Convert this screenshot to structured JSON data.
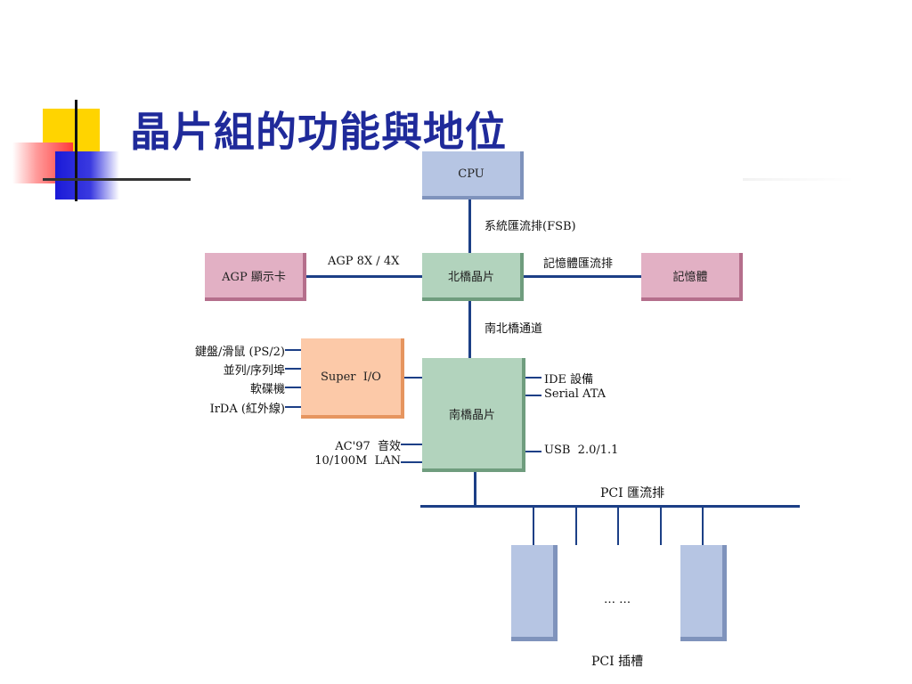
{
  "slide": {
    "title": "晶片組的功能與地位"
  },
  "diagram": {
    "cpu": "CPU",
    "fsb_label": "系統匯流排(FSB)",
    "agp_card": "AGP 顯示卡",
    "agp_link_label": "AGP 8X / 4X",
    "north_bridge": "北橋晶片",
    "memory_bus_label": "記憶體匯流排",
    "memory": "記憶體",
    "ns_channel_label": "南北橋通道",
    "super_io": "Super  I/O",
    "super_io_ports": [
      "鍵盤/滑鼠 (PS/2)",
      "並列/序列埠",
      "軟碟機",
      "IrDA (紅外線)"
    ],
    "south_bridge": "南橋晶片",
    "south_left_ports": [
      "AC'97  音效",
      "10/100M  LAN"
    ],
    "south_right_ports": [
      "IDE 設備",
      "Serial ATA",
      "USB  2.0/1.1"
    ],
    "pci_bus_label": "PCI 匯流排",
    "pci_ellipsis": "… …",
    "pci_slots_label": "PCI 插槽"
  },
  "colors": {
    "title": "#1f2a9a",
    "wire": "#1c3f86",
    "cpu_box": "#b6c5e3",
    "bridge_box": "#b2d3bd",
    "agp_memory_box": "#e2b0c4",
    "super_io_box": "#fcc9a8"
  }
}
